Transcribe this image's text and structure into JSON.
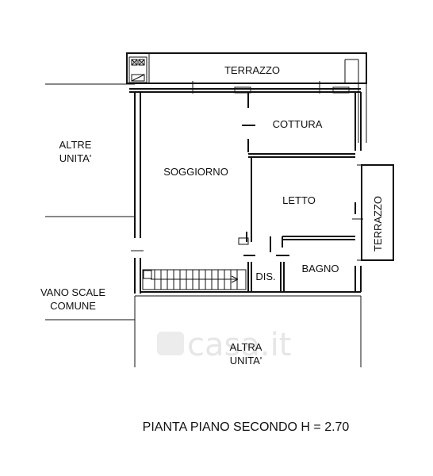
{
  "title": "PIANTA PIANO SECONDO H = 2.70",
  "watermark": "casa.it",
  "rooms": {
    "terrazzo_top": "TERRAZZO",
    "cottura": "COTTURA",
    "soggiorno": "SOGGIORNO",
    "letto": "LETTO",
    "terrazzo_right": "TERRAZZO",
    "bagno": "BAGNO",
    "dis": "DIS."
  },
  "external": {
    "altre_unita": [
      "ALTRE",
      "UNITA'"
    ],
    "vano_scale": [
      "VANO SCALE",
      "COMUNE"
    ],
    "altra_unita": [
      "ALTRA",
      "UNITA'"
    ]
  },
  "colors": {
    "line": "#111111",
    "background": "#ffffff",
    "watermark": "#e6e6e6"
  }
}
